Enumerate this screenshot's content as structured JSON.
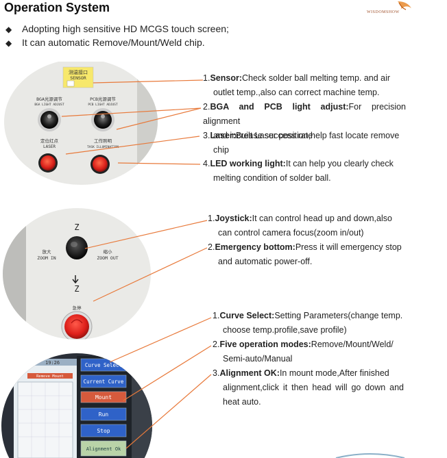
{
  "header": {
    "title": "Operation System",
    "logo_text": "WISDOMSHOW"
  },
  "bullets": [
    "Adopting high sensitive HD MCGS touch screen;",
    "It can automatic Remove/Mount/Weld chip."
  ],
  "panel1": {
    "sensor_label_cn": "测温接口",
    "sensor_label_en": "SENSOR",
    "bga_label_cn": "BGA光源调节",
    "bga_label_en": "BGA LIGHT ADJUST",
    "pcb_label_cn": "PCB光源调节",
    "pcb_label_en": "PCB LIGHT ADJUST",
    "laser_label_cn": "定位红点",
    "laser_label_en": "LASER",
    "led_label_cn": "工作照明",
    "led_label_en": "TASK ILLUMINATION"
  },
  "panel1_desc": [
    {
      "num": "1.",
      "title": "Sensor:",
      "text": "Check solder ball melting temp. and air",
      "cont": "outlet temp.,also can correct machine temp."
    },
    {
      "num": "2.",
      "title": "BGA and PCB light adjust:",
      "text": "For precision alignment",
      "cont": "and increase success rate"
    },
    {
      "num": "3.",
      "title": "Laser:",
      "text": "Built Laser position,help fast locate remove",
      "cont": "chip"
    },
    {
      "num": "4.",
      "title": "LED working light:",
      "text": "It can help you clearly check",
      "cont": "melting condition of solder ball."
    }
  ],
  "panel2": {
    "z_top": "Z",
    "z_bottom": "Z",
    "zoom_in_cn": "放大",
    "zoom_in_en": "ZOOM IN",
    "zoom_out_cn": "缩小",
    "zoom_out_en": "ZOOM OUT",
    "emergency_cn": "急停"
  },
  "panel2_desc": [
    {
      "num": "1.",
      "title": "Joystick:",
      "text": "It can control head up and down,also",
      "cont": "can control camera focus(zoom in/out)"
    },
    {
      "num": "2.",
      "title": "Emergency bottom:",
      "text": "Press it will emergency stop",
      "cont": "and automatic power-off."
    }
  ],
  "panel3": {
    "screen_time": "19:26",
    "screen_tag": "Remove Mount",
    "buttons": [
      "Curve Select",
      "Current Curve",
      "Mount",
      "Run",
      "Stop",
      "Alignment Ok"
    ]
  },
  "panel3_desc": [
    {
      "num": "1.",
      "title": "Curve Select:",
      "text": "Setting Parameters(change temp.",
      "cont": "choose temp.profile,save profile)"
    },
    {
      "num": "2.",
      "title": "Five operation modes:",
      "text": "Remove/Mount/Weld/",
      "cont": "Semi-auto/Manual"
    },
    {
      "num": "3.",
      "title": "Alignment OK:",
      "text": "In mount mode,After finished",
      "cont": "alignment,click it then head will go down and heat auto."
    }
  ],
  "colors": {
    "leader_line": "#e8793a",
    "panel_bg": "#e9e9e6",
    "button_blue": "#2f62c8",
    "button_red": "#d65a3c",
    "screen_green": "#b9d3a8"
  }
}
